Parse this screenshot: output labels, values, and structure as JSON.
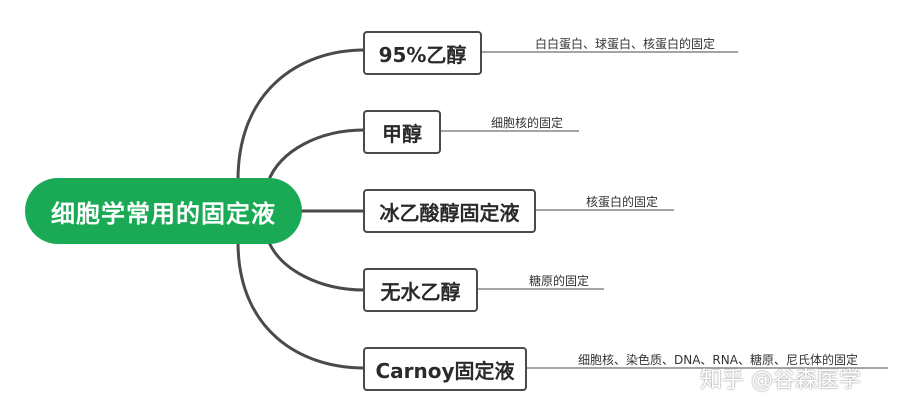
{
  "root": {
    "label": "细胞学常用的固定液",
    "color": "#1aaa55"
  },
  "branches": [
    {
      "label": "95%乙醇",
      "note": "白白蛋白、球蛋白、核蛋白的固定"
    },
    {
      "label": "甲醇",
      "note": "细胞核的固定"
    },
    {
      "label": "冰乙酸醇固定液",
      "note": "核蛋白的固定"
    },
    {
      "label": "无水乙醇",
      "note": "糖原的固定"
    },
    {
      "label": "Carnoy固定液",
      "note": "细胞核、染色质、DNA、RNA、糖原、尼氏体的固定"
    }
  ],
  "watermark": "知乎 @谷森医学"
}
